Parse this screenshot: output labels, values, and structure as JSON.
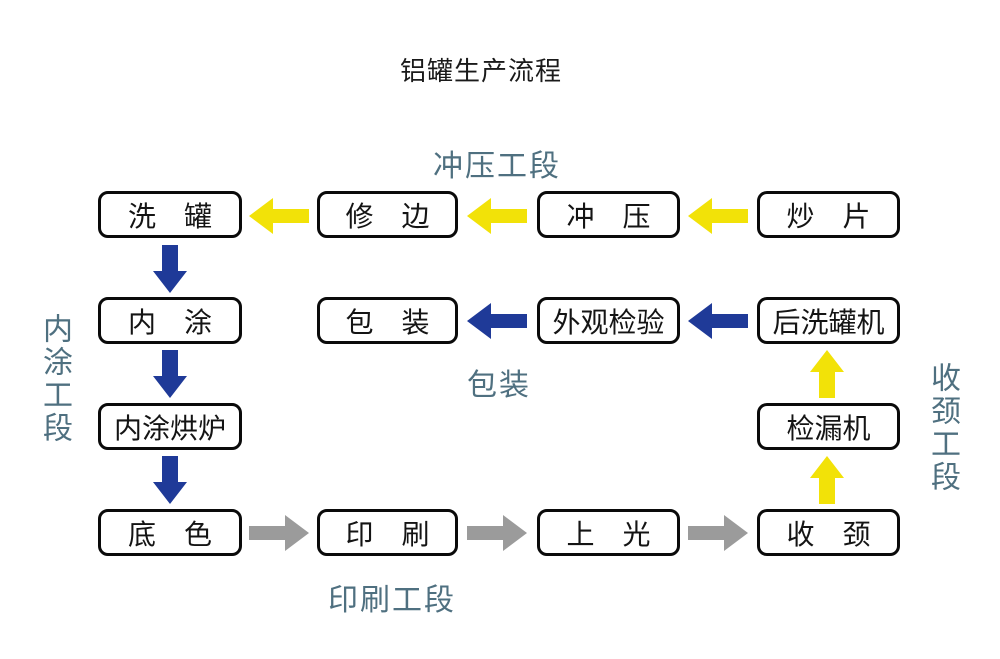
{
  "title": "铝罐生产流程",
  "colors": {
    "yellow": "#f2e208",
    "blue": "#1f3a98",
    "gray": "#9b9b9b",
    "section_label": "#4f7080",
    "box_border": "#0a0a0a",
    "background": "#ffffff"
  },
  "section_labels": {
    "stamping": "冲压工段",
    "packing": "包装",
    "printing": "印刷工段",
    "inner_coating": "内涂工段",
    "necking": "收颈工段"
  },
  "nodes": [
    {
      "id": "can-washing",
      "label": "洗　罐"
    },
    {
      "id": "trimming",
      "label": "修　边"
    },
    {
      "id": "stamping",
      "label": "冲　压"
    },
    {
      "id": "sheet-feeding",
      "label": "炒　片"
    },
    {
      "id": "inner-coating",
      "label": "内　涂"
    },
    {
      "id": "packing",
      "label": "包　装"
    },
    {
      "id": "visual-inspection",
      "label": "外观检验"
    },
    {
      "id": "post-washer",
      "label": "后洗罐机"
    },
    {
      "id": "inner-coating-oven",
      "label": "内涂烘炉"
    },
    {
      "id": "leak-tester",
      "label": "检漏机"
    },
    {
      "id": "base-coat",
      "label": "底　色"
    },
    {
      "id": "printing",
      "label": "印　刷"
    },
    {
      "id": "varnishing",
      "label": "上　光"
    },
    {
      "id": "necking",
      "label": "收　颈"
    }
  ]
}
